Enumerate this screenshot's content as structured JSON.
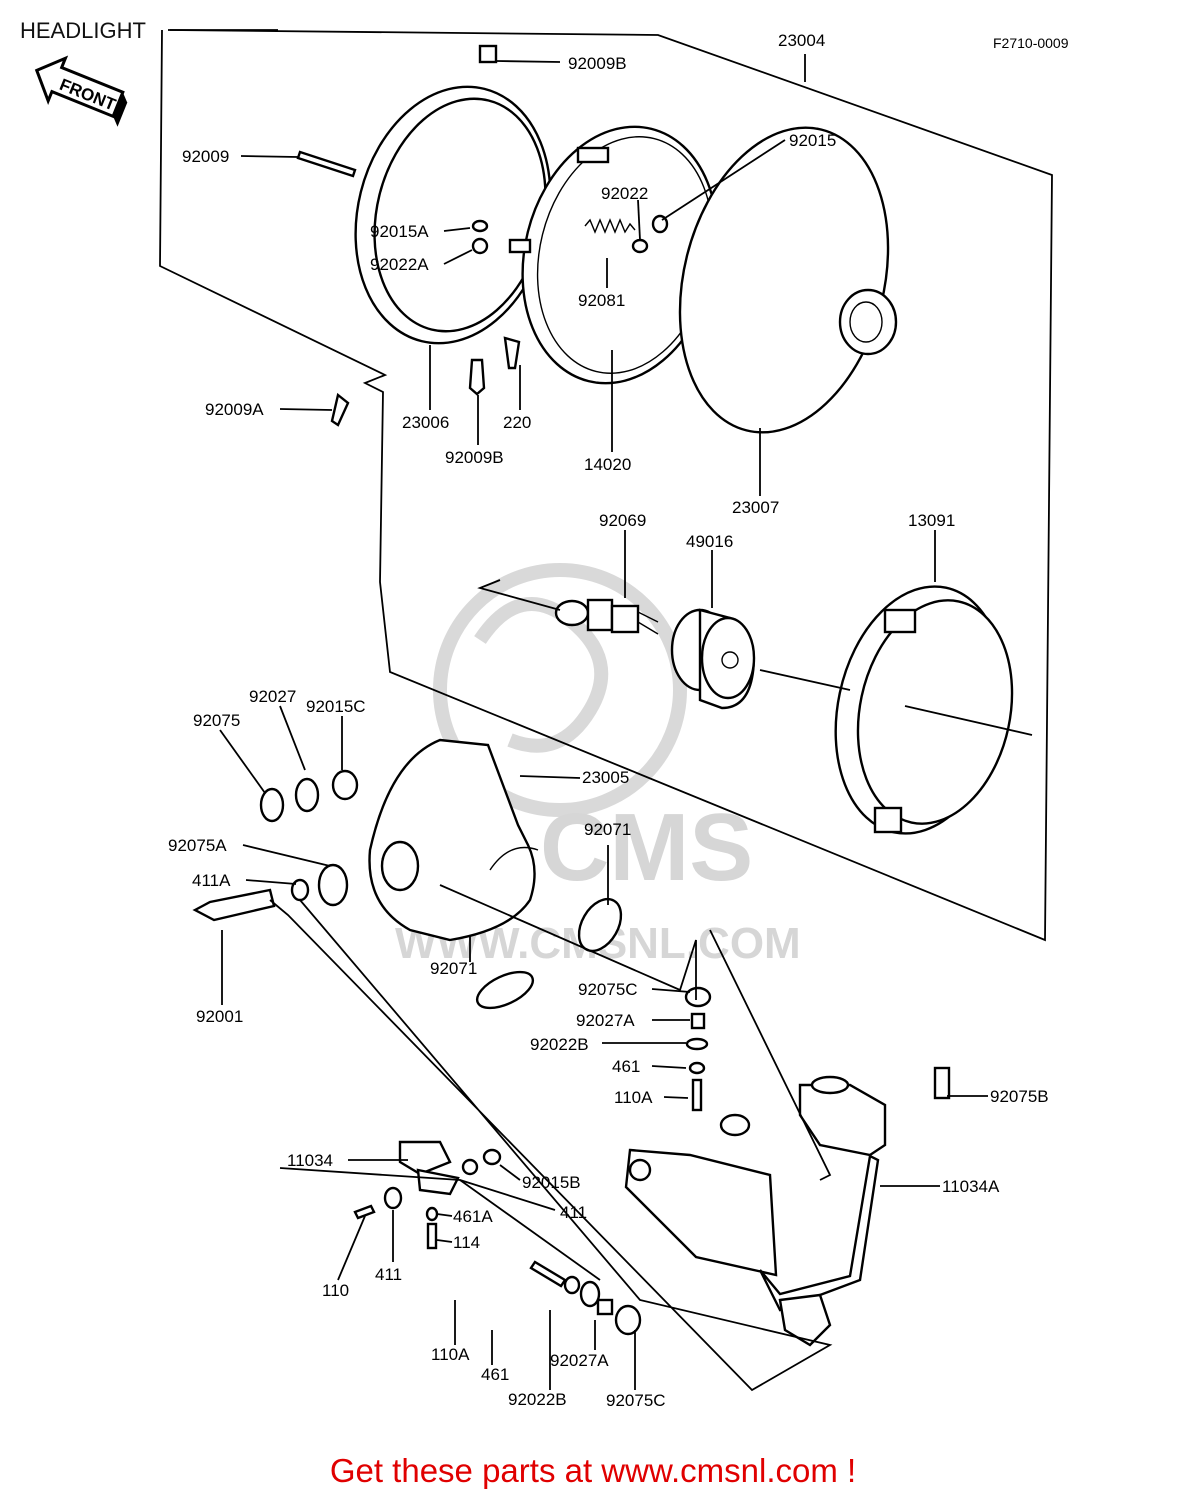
{
  "title": "HEADLIGHT",
  "ref_code": "F2710-0009",
  "front_label": "FRONT",
  "watermark": {
    "logo_text": "CMS",
    "url_text": "WWW.CMSNL.COM"
  },
  "footer": "Get these parts at www.cmsnl.com !",
  "labels": [
    {
      "id": "l01",
      "text": "92009B"
    },
    {
      "id": "l02",
      "text": "23004"
    },
    {
      "id": "l03",
      "text": "92009"
    },
    {
      "id": "l04",
      "text": "92015"
    },
    {
      "id": "l05",
      "text": "92022"
    },
    {
      "id": "l06",
      "text": "92015A"
    },
    {
      "id": "l07",
      "text": "92022A"
    },
    {
      "id": "l08",
      "text": "92081"
    },
    {
      "id": "l09",
      "text": "92009A"
    },
    {
      "id": "l10",
      "text": "23006"
    },
    {
      "id": "l11",
      "text": "220"
    },
    {
      "id": "l12",
      "text": "14020"
    },
    {
      "id": "l13",
      "text": "23007"
    },
    {
      "id": "l14",
      "text": "92009B"
    },
    {
      "id": "l15",
      "text": "92069"
    },
    {
      "id": "l16",
      "text": "49016"
    },
    {
      "id": "l17",
      "text": "13091"
    },
    {
      "id": "l18",
      "text": "92027"
    },
    {
      "id": "l19",
      "text": "92015C"
    },
    {
      "id": "l20",
      "text": "92075"
    },
    {
      "id": "l21",
      "text": "23005"
    },
    {
      "id": "l22",
      "text": "92075A"
    },
    {
      "id": "l23",
      "text": "92071"
    },
    {
      "id": "l24",
      "text": "411A"
    },
    {
      "id": "l25",
      "text": "92001"
    },
    {
      "id": "l26",
      "text": "92071"
    },
    {
      "id": "l27",
      "text": "92075C"
    },
    {
      "id": "l28",
      "text": "92027A"
    },
    {
      "id": "l29",
      "text": "92022B"
    },
    {
      "id": "l30",
      "text": "461"
    },
    {
      "id": "l31",
      "text": "110A"
    },
    {
      "id": "l32",
      "text": "92075B"
    },
    {
      "id": "l33",
      "text": "11034"
    },
    {
      "id": "l34",
      "text": "92015B"
    },
    {
      "id": "l35",
      "text": "11034A"
    },
    {
      "id": "l36",
      "text": "411"
    },
    {
      "id": "l37",
      "text": "461A"
    },
    {
      "id": "l38",
      "text": "114"
    },
    {
      "id": "l39",
      "text": "110"
    },
    {
      "id": "l40",
      "text": "411"
    },
    {
      "id": "l41",
      "text": "110A"
    },
    {
      "id": "l42",
      "text": "461"
    },
    {
      "id": "l43",
      "text": "92022B"
    },
    {
      "id": "l44",
      "text": "92027A"
    },
    {
      "id": "l45",
      "text": "92075C"
    }
  ]
}
